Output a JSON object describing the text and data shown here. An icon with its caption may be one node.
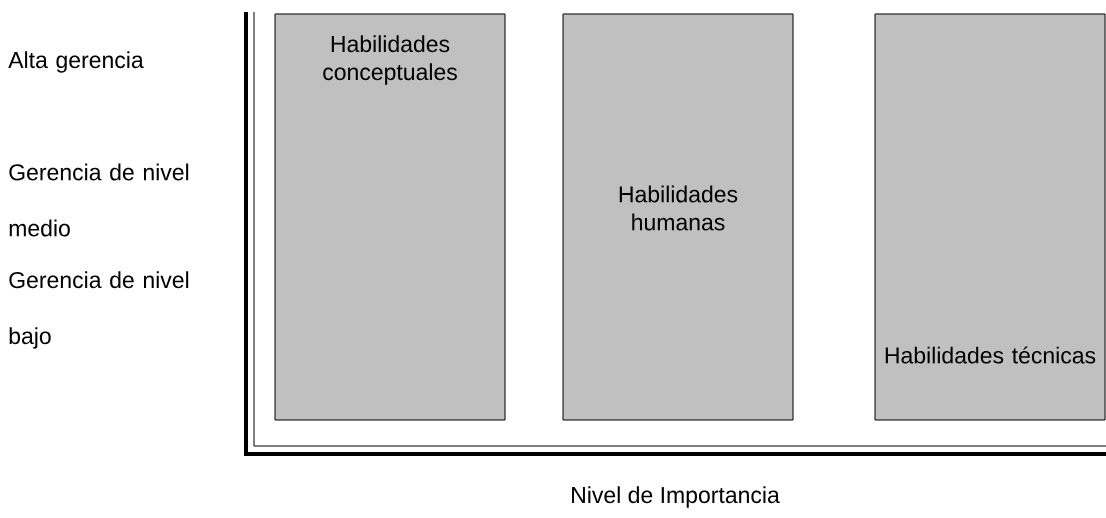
{
  "diagram": {
    "nodes": [
      {
        "text": [
          "Habilidades conceptuales"
        ]
      },
      {
        "text": [
          "Habilidades humanas"
        ]
      },
      {
        "text": [
          "Habilidades técnicas"
        ]
      }
    ],
    "labels": [
      "Alta gerencia",
      "Gerencia de nivel medio",
      "Gerencia de nivel bajo",
      "Nivel de Importancia"
    ]
  }
}
